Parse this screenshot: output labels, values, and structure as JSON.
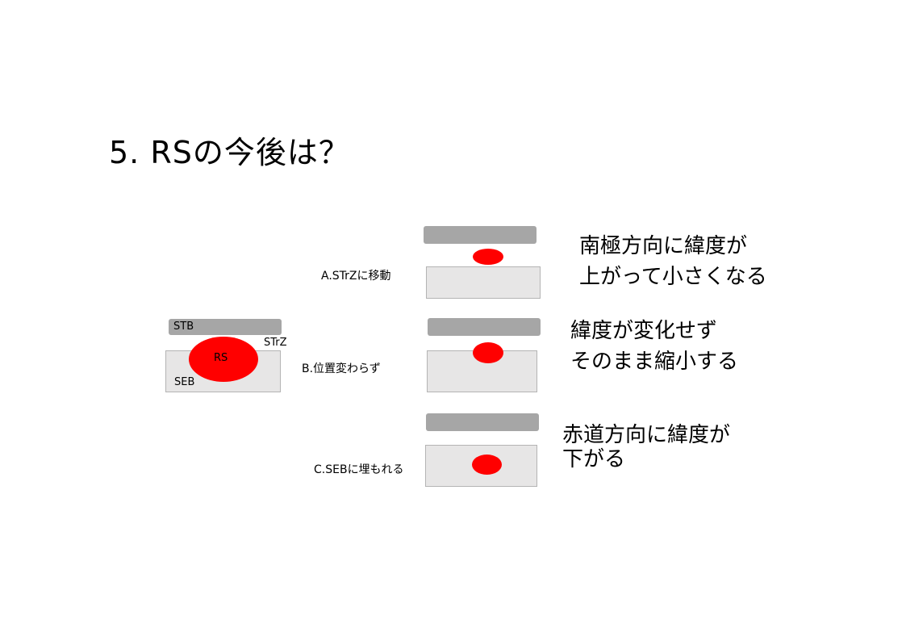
{
  "title": "5. RSの今後は？",
  "colors": {
    "belt": "#a6a6a6",
    "zone": "#e7e6e6",
    "spot": "#ff0000"
  },
  "current": {
    "stb_label": "STB",
    "strz_label": "STrZ",
    "rs_label": "RS",
    "seb_label": "SEB"
  },
  "scenarios": [
    {
      "label": "A.STrZに移動",
      "description": [
        "南極方向に緯度が",
        "上がって小さくなる"
      ]
    },
    {
      "label": "B.位置変わらず",
      "description": [
        "緯度が変化せず",
        "そのまま縮小する"
      ]
    },
    {
      "label": "C.SEBに埋もれる",
      "description": [
        "赤道方向に緯度が",
        "下がる"
      ]
    }
  ]
}
